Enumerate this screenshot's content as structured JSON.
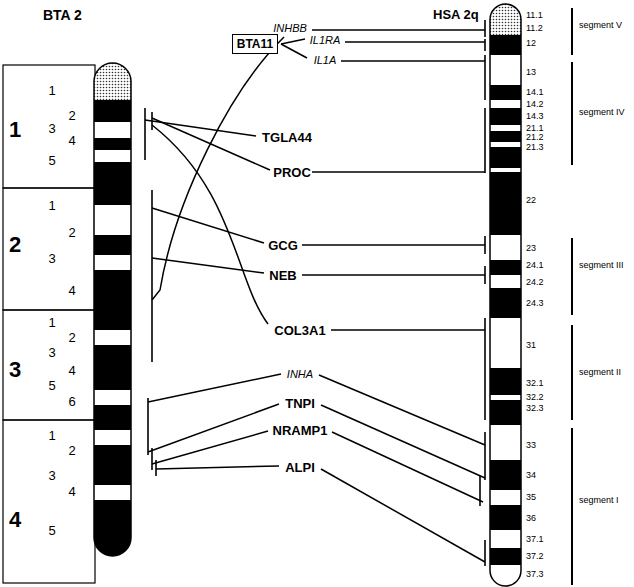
{
  "diagram": {
    "nodes": [
      {
        "text": [
          "BTA 2"
        ]
      },
      {
        "text": [
          "BTA11"
        ]
      },
      {
        "text": [
          "HSA 2q"
        ]
      }
    ],
    "labels": [
      "1",
      "1",
      "2",
      "3",
      "4",
      "5",
      "2",
      "1",
      "2",
      "3",
      "4",
      "3",
      "1",
      "2",
      "3",
      "4",
      "5",
      "6",
      "4",
      "1",
      "2",
      "3",
      "4",
      "5",
      "INHBB",
      "IL1RA",
      "IL1A",
      "TGLA44",
      "PROC",
      "GCG",
      "NEB",
      "COL3A1",
      "INHA",
      "TNPI",
      "NRAMP1",
      "ALPI",
      "11.1",
      "11.2",
      "12",
      "13",
      "14.1",
      "14.2",
      "14.3",
      "21.1",
      "21.2",
      "21.3",
      "22",
      "23",
      "24.1",
      "24.2",
      "24.3",
      "31",
      "32.1",
      "32.2",
      "32.3",
      "33",
      "34",
      "35",
      "36",
      "37.1",
      "37.2",
      "37.3",
      "segment V",
      "segment IV",
      "segment III",
      "segment II",
      "segment I"
    ]
  }
}
